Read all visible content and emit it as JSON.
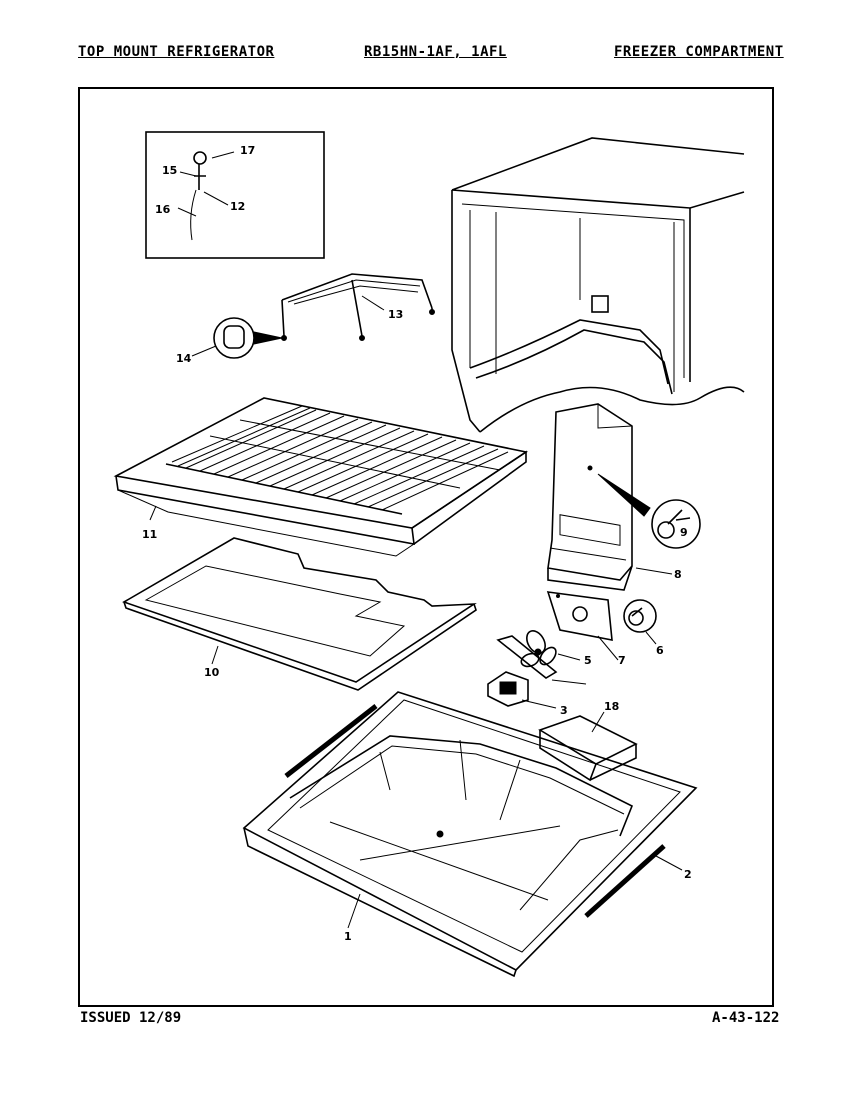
{
  "header": {
    "left": "TOP MOUNT REFRIGERATOR",
    "center": "RB15HN-1AF, 1AFL",
    "right": "FREEZER COMPARTMENT"
  },
  "footer": {
    "issued": "ISSUED 12/89",
    "code": "A-43-122"
  },
  "callouts": {
    "p1": "1",
    "p2": "2",
    "p3": "3",
    "p5": "5",
    "p6": "6",
    "p7": "7",
    "p8": "8",
    "p9": "9",
    "p10": "10",
    "p11": "11",
    "p12": "12",
    "p13": "13",
    "p14": "14",
    "p15": "15",
    "p16": "16",
    "p17": "17",
    "p18": "18"
  }
}
